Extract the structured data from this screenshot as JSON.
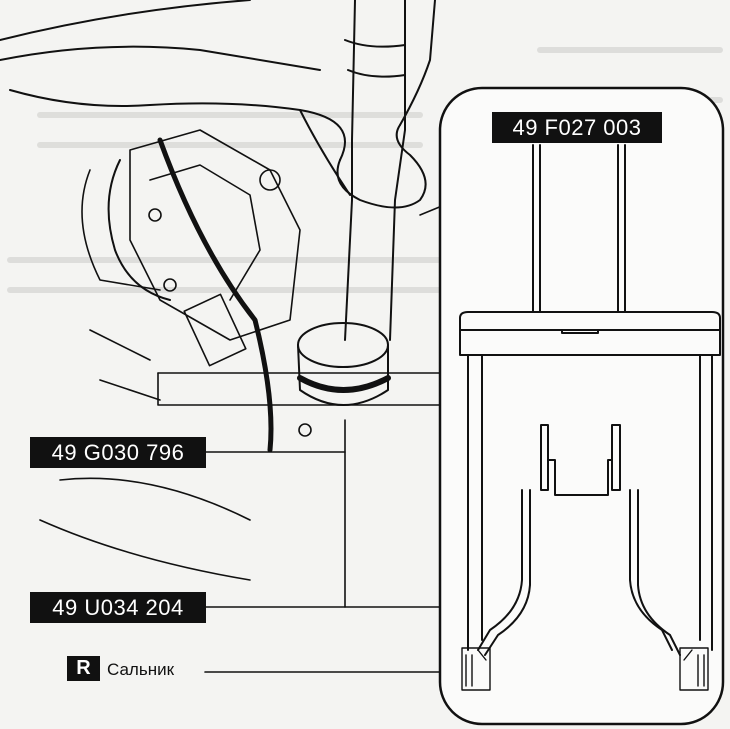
{
  "labels": {
    "tool_top": "49 F027 003",
    "tool_middle": "49 G030 796",
    "tool_bottom": "49 U034 204"
  },
  "legend": {
    "badge": "R",
    "part": "Сальник"
  },
  "colors": {
    "ink": "#111111",
    "paper": "#f4f4f2"
  }
}
